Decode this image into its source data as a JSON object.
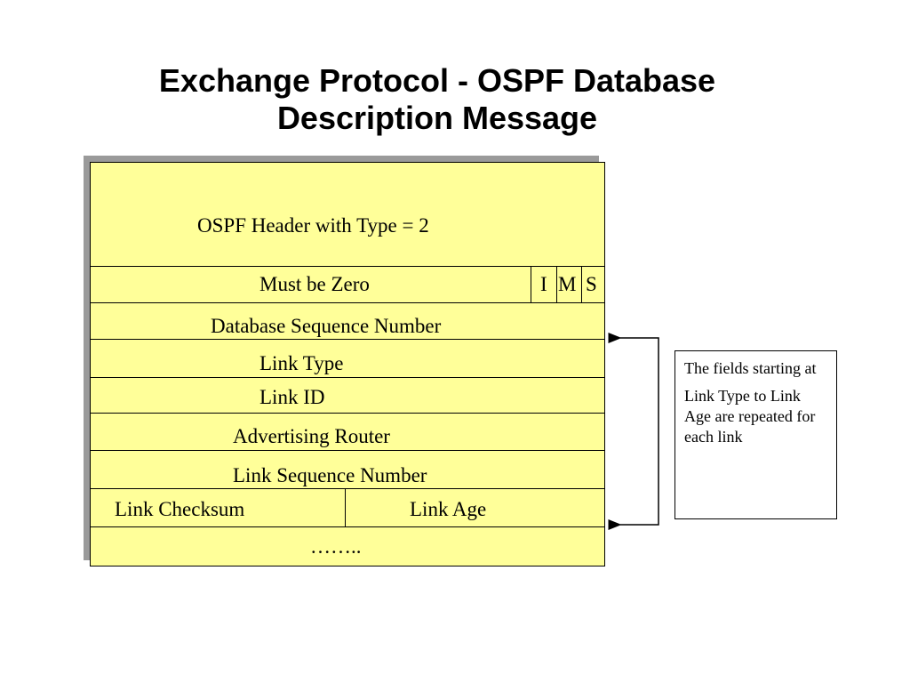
{
  "title": {
    "line1": "Exchange Protocol - OSPF Database",
    "line2": "Description Message"
  },
  "packet": {
    "header": "OSPF Header with Type = 2",
    "must_be_zero": "Must be Zero",
    "flag_i": "I",
    "flag_m": "M",
    "flag_s": "S",
    "db_seq": "Database Sequence Number",
    "link_type": "Link Type",
    "link_id": "Link ID",
    "adv_router": "Advertising Router",
    "link_seq": "Link Sequence Number",
    "link_checksum": "Link Checksum",
    "link_age": "Link Age",
    "ellipsis": "……..",
    "fill_color": "#ffff99"
  },
  "note": {
    "para1": "The fields starting at",
    "para2": "Link Type to Link Age are repeated for each link"
  }
}
